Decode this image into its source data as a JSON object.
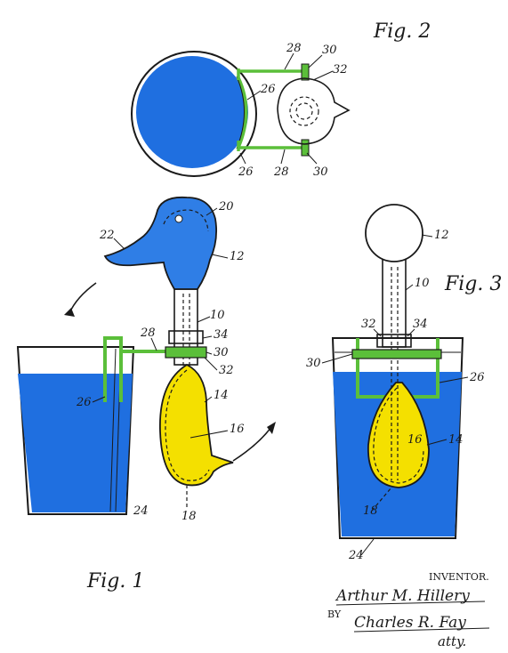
{
  "colors": {
    "water": "#1f6fe0",
    "yellow": "#f4e000",
    "wire": "#5bbf3a",
    "ink": "#1a1a1a",
    "head": "#2f7ee6"
  },
  "figures": {
    "fig1": "Fig. 1",
    "fig2": "Fig. 2",
    "fig3": "Fig. 3"
  },
  "refs": {
    "r10": "10",
    "r12": "12",
    "r14": "14",
    "r16": "16",
    "r18": "18",
    "r20": "20",
    "r22": "22",
    "r24": "24",
    "r26": "26",
    "r28": "28",
    "r30": "30",
    "r32": "32",
    "r34": "34"
  },
  "signature": {
    "inventor_label": "INVENTOR.",
    "inventor_name": "Arthur M. Hillery",
    "by_label": "BY",
    "attorney_name": "Charles R. Fay",
    "attorney_suffix": "atty."
  }
}
